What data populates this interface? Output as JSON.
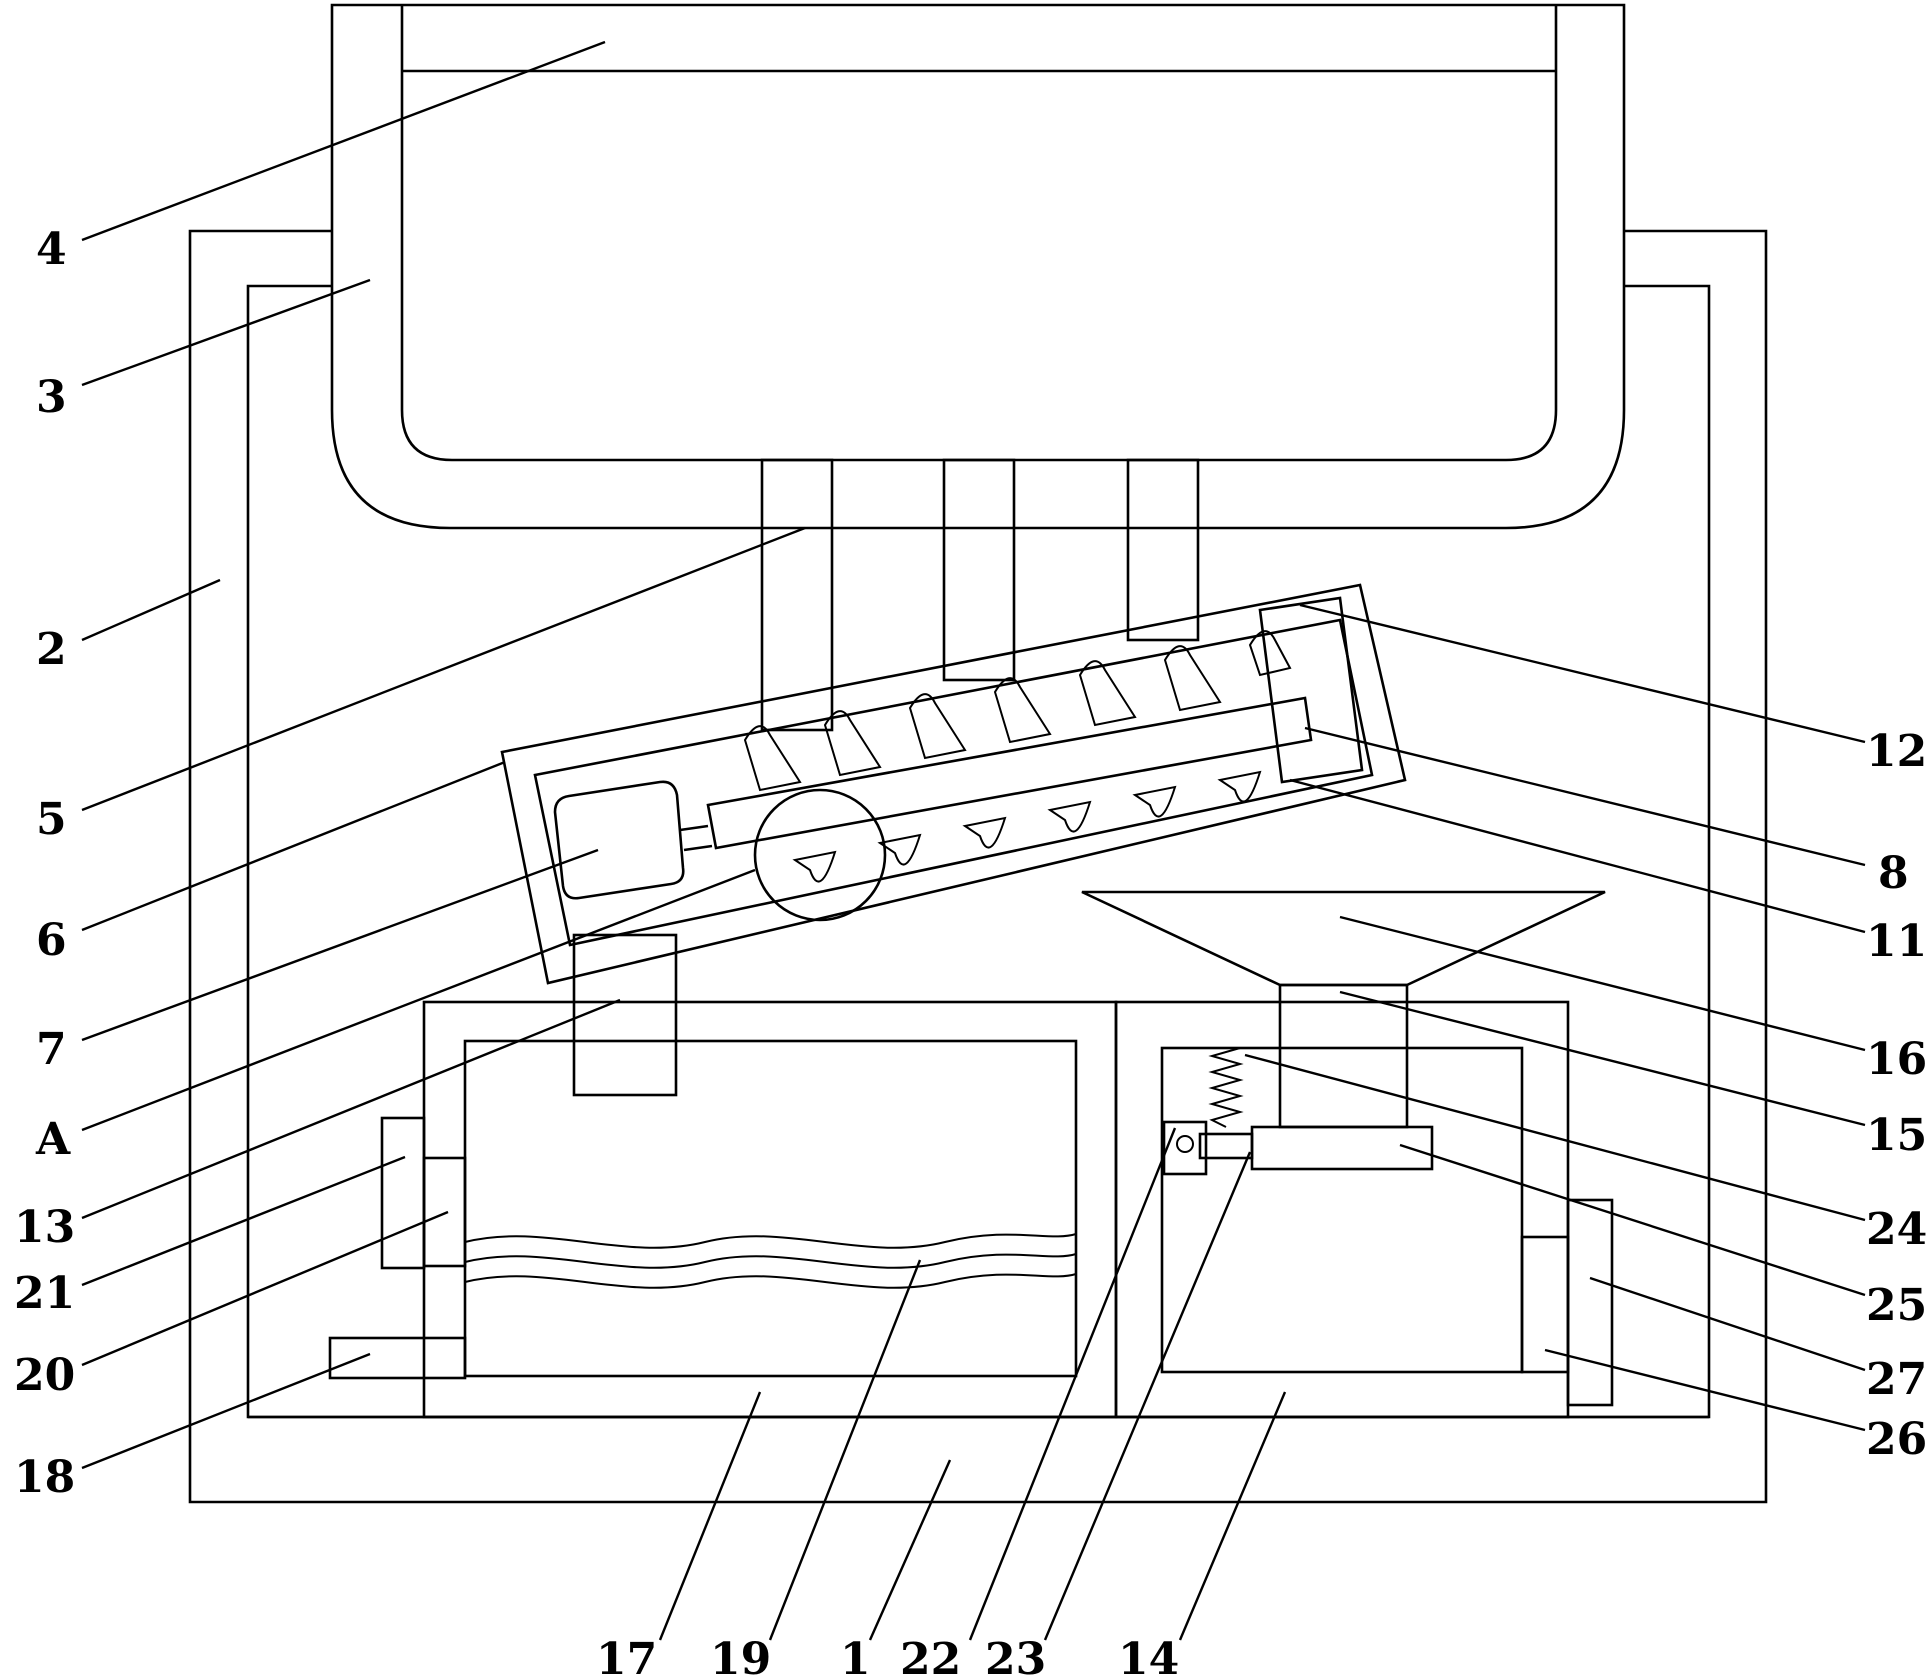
{
  "labels": {
    "l1": "1",
    "l2": "2",
    "l3": "3",
    "l4": "4",
    "l5": "5",
    "l6": "6",
    "l7": "7",
    "l8": "8",
    "l11": "11",
    "l12": "12",
    "l13": "13",
    "l14": "14",
    "l15": "15",
    "l16": "16",
    "l17": "17",
    "l18": "18",
    "l19": "19",
    "l20": "20",
    "l21": "21",
    "l22": "22",
    "l23": "23",
    "l24": "24",
    "l25": "25",
    "l26": "26",
    "l27": "27",
    "lA": "A"
  }
}
